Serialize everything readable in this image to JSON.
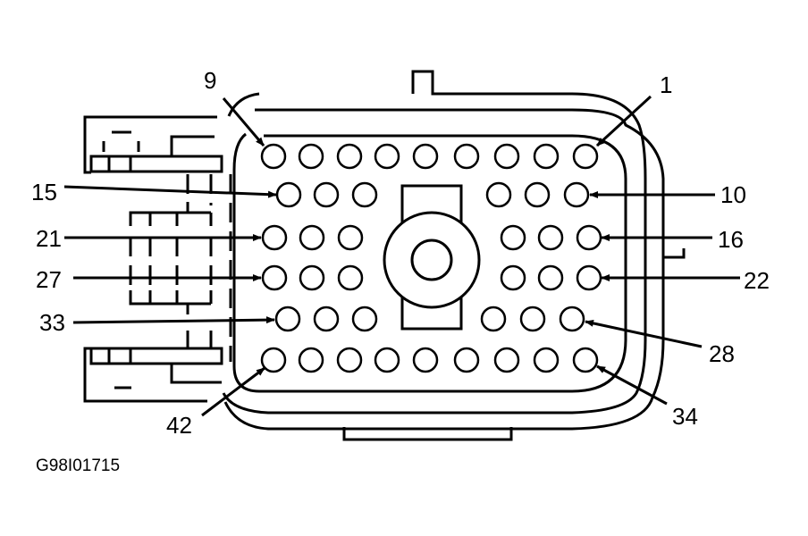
{
  "diagram": {
    "caption": "G98I01715",
    "pin_labels": [
      {
        "id": "9",
        "text": "9"
      },
      {
        "id": "1",
        "text": "1"
      },
      {
        "id": "15",
        "text": "15"
      },
      {
        "id": "10",
        "text": "10"
      },
      {
        "id": "21",
        "text": "21"
      },
      {
        "id": "16",
        "text": "16"
      },
      {
        "id": "27",
        "text": "27"
      },
      {
        "id": "22",
        "text": "22"
      },
      {
        "id": "33",
        "text": "33"
      },
      {
        "id": "28",
        "text": "28"
      },
      {
        "id": "42",
        "text": "42"
      },
      {
        "id": "34",
        "text": "34"
      }
    ],
    "colors": {
      "line": "#000000",
      "background": "#ffffff"
    }
  }
}
